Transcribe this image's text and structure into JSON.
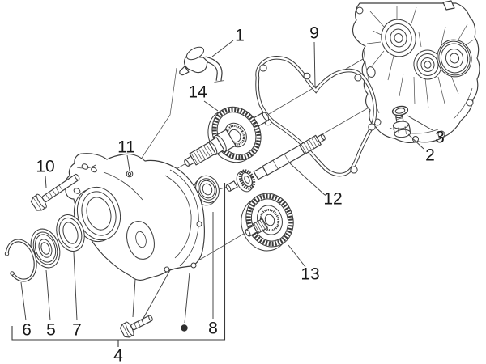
{
  "figure": {
    "type": "exploded-parts-diagram",
    "background": "#ffffff",
    "line_color": "#3a3a3a",
    "label_color": "#181818"
  },
  "callouts": {
    "n1": {
      "label": "1"
    },
    "n2": {
      "label": "2"
    },
    "n3": {
      "label": "3"
    },
    "n4": {
      "label": "4"
    },
    "n5": {
      "label": "5"
    },
    "n6": {
      "label": "6"
    },
    "n7": {
      "label": "7"
    },
    "n8": {
      "label": "8"
    },
    "n9": {
      "label": "9"
    },
    "n10": {
      "label": "10"
    },
    "n11": {
      "label": "11"
    },
    "n12": {
      "label": "12"
    },
    "n13": {
      "label": "13"
    },
    "n14": {
      "label": "14"
    }
  },
  "group_marker": {
    "symbol": "●"
  }
}
